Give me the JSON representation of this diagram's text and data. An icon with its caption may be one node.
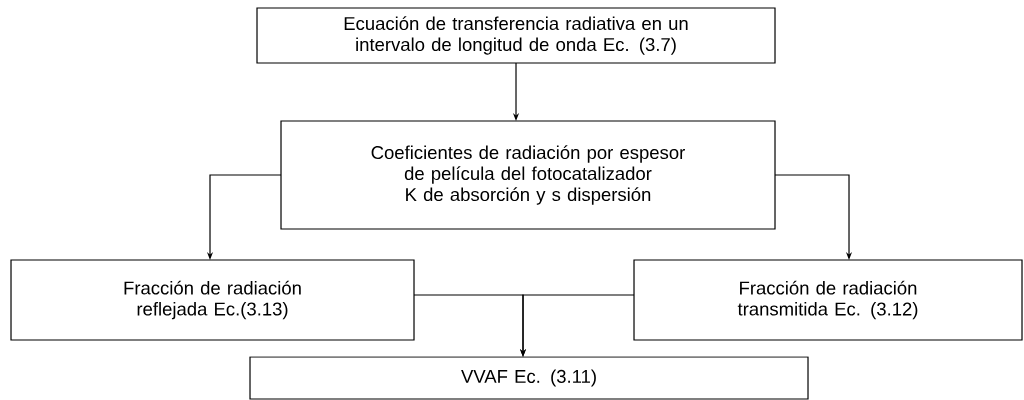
{
  "diagram": {
    "nodes": [
      {
        "text": [
          "Ecuación de transferencia radiativa en un intervalo de longitud de onda Ec. (3.7)"
        ]
      },
      {
        "text": [
          "Coeficientes de radiación por espesor de película del fotocatalizador",
          "K de absorción y s dispersión"
        ]
      },
      {
        "text": [
          "Fracción de radiación reflejada Ec.(3.13)"
        ]
      },
      {
        "text": [
          "Fracción de radiación transmitida Ec. (3.12)"
        ]
      },
      {
        "text": [
          "VVAF Ec. (3.11)"
        ]
      }
    ],
    "edges": [
      {
        "from": 0,
        "to": 1,
        "arrow": "to"
      },
      {
        "from": 1,
        "to": 2,
        "arrow": "to"
      },
      {
        "from": 1,
        "to": 3,
        "arrow": "to"
      },
      {
        "from": 2,
        "to": 4,
        "arrow": "to"
      },
      {
        "from": 3,
        "to": 4,
        "arrow": "to"
      }
    ]
  }
}
